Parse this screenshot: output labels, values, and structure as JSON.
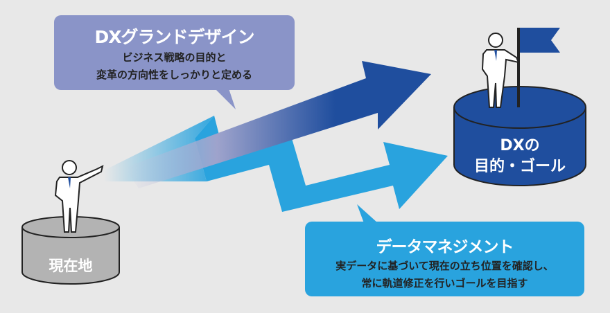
{
  "grand_design": {
    "title": "DXグランドデザイン",
    "line1": "ビジネス戦略の目的と",
    "line2": "変革の方向性をしっかりと定める"
  },
  "data_management": {
    "title": "データマネジメント",
    "line1": "実データに基づいて現在の立ち位置を確認し、",
    "line2": "常に軌道修正を行いゴールを目指す"
  },
  "goal": {
    "line1": "DXの",
    "line2": "目的・ゴール"
  },
  "current": {
    "label": "現在地"
  },
  "colors": {
    "background": "#e8e8e8",
    "grand_design_bubble": "#8a94c8",
    "data_bubble": "#29a3de",
    "dark_arrow": "#1f4e9e",
    "goal_cylinder": "#1f4e9e",
    "current_cylinder": "#b3b3b3"
  }
}
